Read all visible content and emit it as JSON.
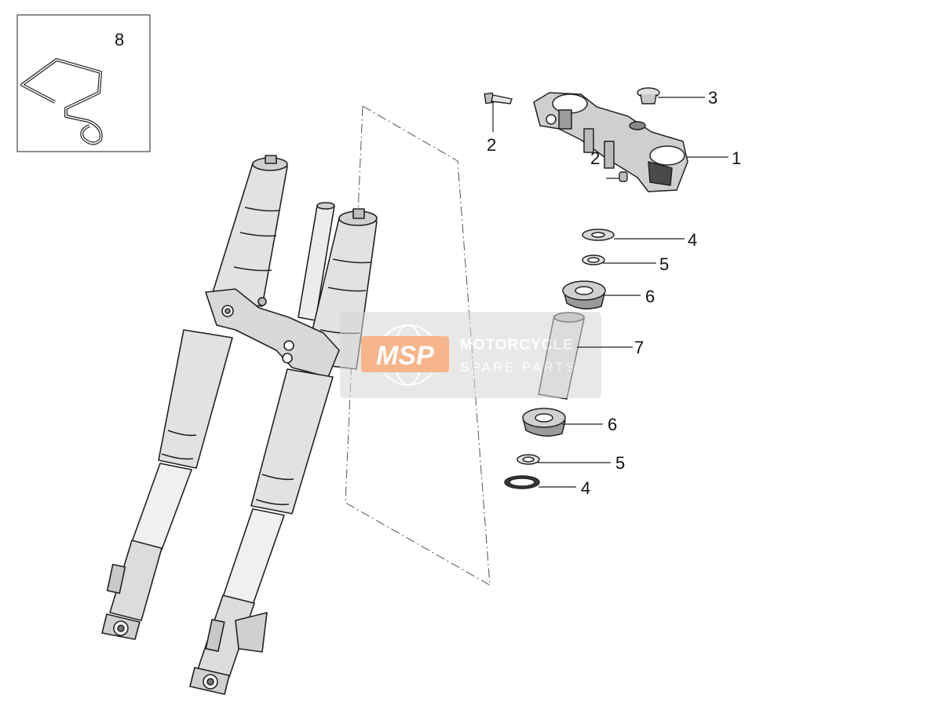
{
  "diagram": {
    "callouts": [
      {
        "id": "c1",
        "label": "1"
      },
      {
        "id": "c2a",
        "label": "2"
      },
      {
        "id": "c2b",
        "label": "2"
      },
      {
        "id": "c3",
        "label": "3"
      },
      {
        "id": "c4a",
        "label": "4"
      },
      {
        "id": "c4b",
        "label": "4"
      },
      {
        "id": "c5a",
        "label": "5"
      },
      {
        "id": "c5b",
        "label": "5"
      },
      {
        "id": "c6a",
        "label": "6"
      },
      {
        "id": "c6b",
        "label": "6"
      },
      {
        "id": "c7",
        "label": "7"
      },
      {
        "id": "c8",
        "label": "8"
      }
    ]
  },
  "watermark": {
    "logo_text": "MSP",
    "title": "MOTORCYCLE",
    "subtitle": "SPARE PARTS",
    "logo_color": "#f07a2b",
    "panel_color": "#d6d6d6"
  },
  "colors": {
    "line": "#222222",
    "metal": "#e6e6e6",
    "shade": "#bdbdbd",
    "dark": "#6a6a6a"
  }
}
